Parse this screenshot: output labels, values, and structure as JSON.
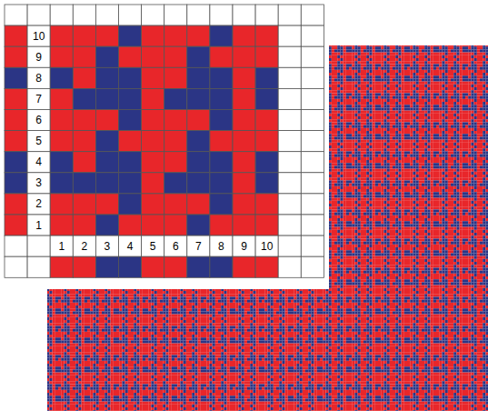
{
  "diagram": {
    "labels": [
      "10",
      "9",
      "8",
      "7",
      "6",
      "5",
      "4",
      "3",
      "2",
      "1",
      "1",
      "2",
      "3",
      "4",
      "5",
      "6",
      "7",
      "8",
      "9",
      "10"
    ]
  }
}
